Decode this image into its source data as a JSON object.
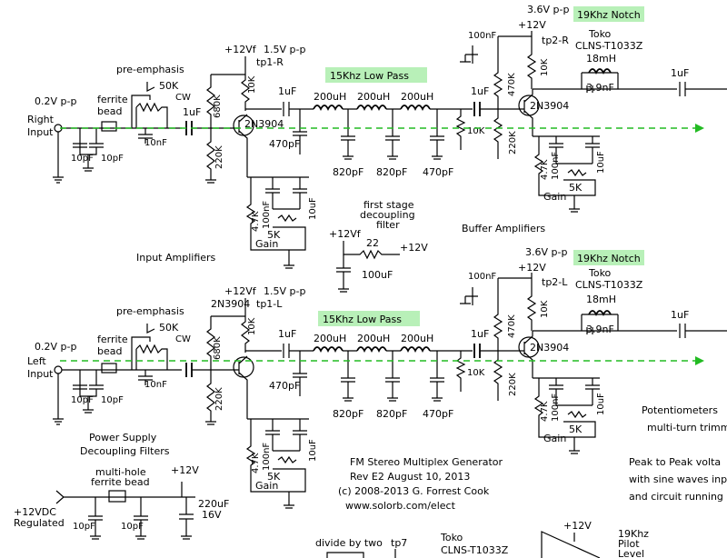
{
  "top": {
    "v36": "3.6V p-p",
    "notch": "19Khz Notch",
    "v12": "+12V",
    "nf100": "100nF",
    "tp2": "tp2-R",
    "toko": "Toko",
    "clns": "CLNS-T1033Z",
    "mh18": "18mH",
    "v12vf": "+12Vf",
    "v15": "1.5V p-p",
    "tp1": "tp1-R",
    "lp": "15Khz Low Pass",
    "uf1a": "1uF",
    "uf1b": "1uF",
    "uf1c": "1uF",
    "uf1d": "1uF",
    "preemph": "pre-emphasis",
    "k50": "50K",
    "cw": "CW",
    "v02": "0.2V p-p",
    "ferrite": "ferrite",
    "bead": "bead",
    "input_a": "Right",
    "input_b": "Input",
    "pf10a": "10pF",
    "pf10b": "10pF",
    "nf10": "10nF",
    "k680": "680K",
    "k10a": "10K",
    "k220a": "220K",
    "q1": "2N3904",
    "pf470a": "470pF",
    "uh200a": "200uH",
    "uh200b": "200uH",
    "uh200c": "200uH",
    "pf820a": "820pF",
    "pf820b": "820pF",
    "pf470b": "470pF",
    "k10b": "10K",
    "k470": "470K",
    "k220b": "220K",
    "k10c": "10K",
    "q2": "2N3904",
    "nf39": "3.9nF",
    "k47a": "4.7K",
    "nf100b": "100nF",
    "uf10a": "10uF",
    "k5a": "5K",
    "gain_a": "Gain",
    "k47b": "4.7K",
    "nf100c": "100nF",
    "uf10b": "10uF",
    "k5b": "5K",
    "gain_b": "Gain"
  },
  "middle": {
    "input_amps": "Input Amplifiers",
    "buffer_amps": "Buffer Amplifiers",
    "first_stage_1": "first stage",
    "first_stage_2": "decoupling",
    "first_stage_3": "filter",
    "v12vf": "+12Vf",
    "r22": "22",
    "v12": "+12V",
    "uf100": "100uF"
  },
  "bottom": {
    "v36": "3.6V p-p",
    "notch": "19Khz Notch",
    "v12": "+12V",
    "nf100": "100nF",
    "tp2": "tp2-L",
    "toko": "Toko",
    "clns": "CLNS-T1033Z",
    "mh18": "18mH",
    "v12vf": "+12Vf",
    "v15": "1.5V p-p",
    "q1top": "2N3904",
    "tp1": "tp1-L",
    "lp": "15Khz Low Pass",
    "uf1b": "1uF",
    "uf1c": "1uF",
    "uf1d": "1uF",
    "preemph": "pre-emphasis",
    "k50": "50K",
    "cw": "CW",
    "v02": "0.2V p-p",
    "ferrite": "ferrite",
    "bead": "bead",
    "input_a": "Left",
    "input_b": "Input",
    "pf10a": "10pF",
    "pf10b": "10pF",
    "nf10": "10nF",
    "k680": "680K",
    "k10a": "10K",
    "k220a": "220K",
    "pf470a": "470pF",
    "uh200a": "200uH",
    "uh200b": "200uH",
    "uh200c": "200uH",
    "pf820a": "820pF",
    "pf820b": "820pF",
    "pf470b": "470pF",
    "k10b": "10K",
    "k470": "470K",
    "k220b": "220K",
    "k10c": "10K",
    "q2": "2N3904",
    "nf39": "3.9nF",
    "k47a": "4.7K",
    "nf100b": "100nF",
    "uf10a": "10uF",
    "k5a": "5K",
    "gain_a": "Gain",
    "k47b": "4.7K",
    "nf100c": "100nF",
    "uf10b": "10uF",
    "k5b": "5K",
    "gain_b": "Gain",
    "pots_1": "Potentiometers",
    "pots_2": "multi-turn trimm",
    "pp_1": "Peak to Peak volta",
    "pp_2": "with sine waves inp",
    "pp_3": "and circuit running"
  },
  "power": {
    "title_1": "Power Supply",
    "title_2": "Decoupling Filters",
    "multi_1": "multi-hole",
    "multi_2": "ferrite bead",
    "v12": "+12V",
    "in_1": "+12VDC",
    "in_2": "Regulated",
    "pf10a": "10pF",
    "pf10b": "10pF",
    "uf220": "220uF",
    "v16": "16V"
  },
  "credits": {
    "line1": "FM Stereo Multiplex Generator",
    "line2": "Rev E2  August 10, 2013",
    "line3": "(c) 2008-2013  G. Forrest Cook",
    "line4": "www.solorb.com/elect"
  },
  "footer": {
    "divide": "divide by two",
    "tp7": "tp7",
    "toko": "Toko",
    "clns": "CLNS-T1033Z",
    "v12": "+12V",
    "pilot_1": "19Khz",
    "pilot_2": "Pilot",
    "pilot_3": "Level"
  }
}
